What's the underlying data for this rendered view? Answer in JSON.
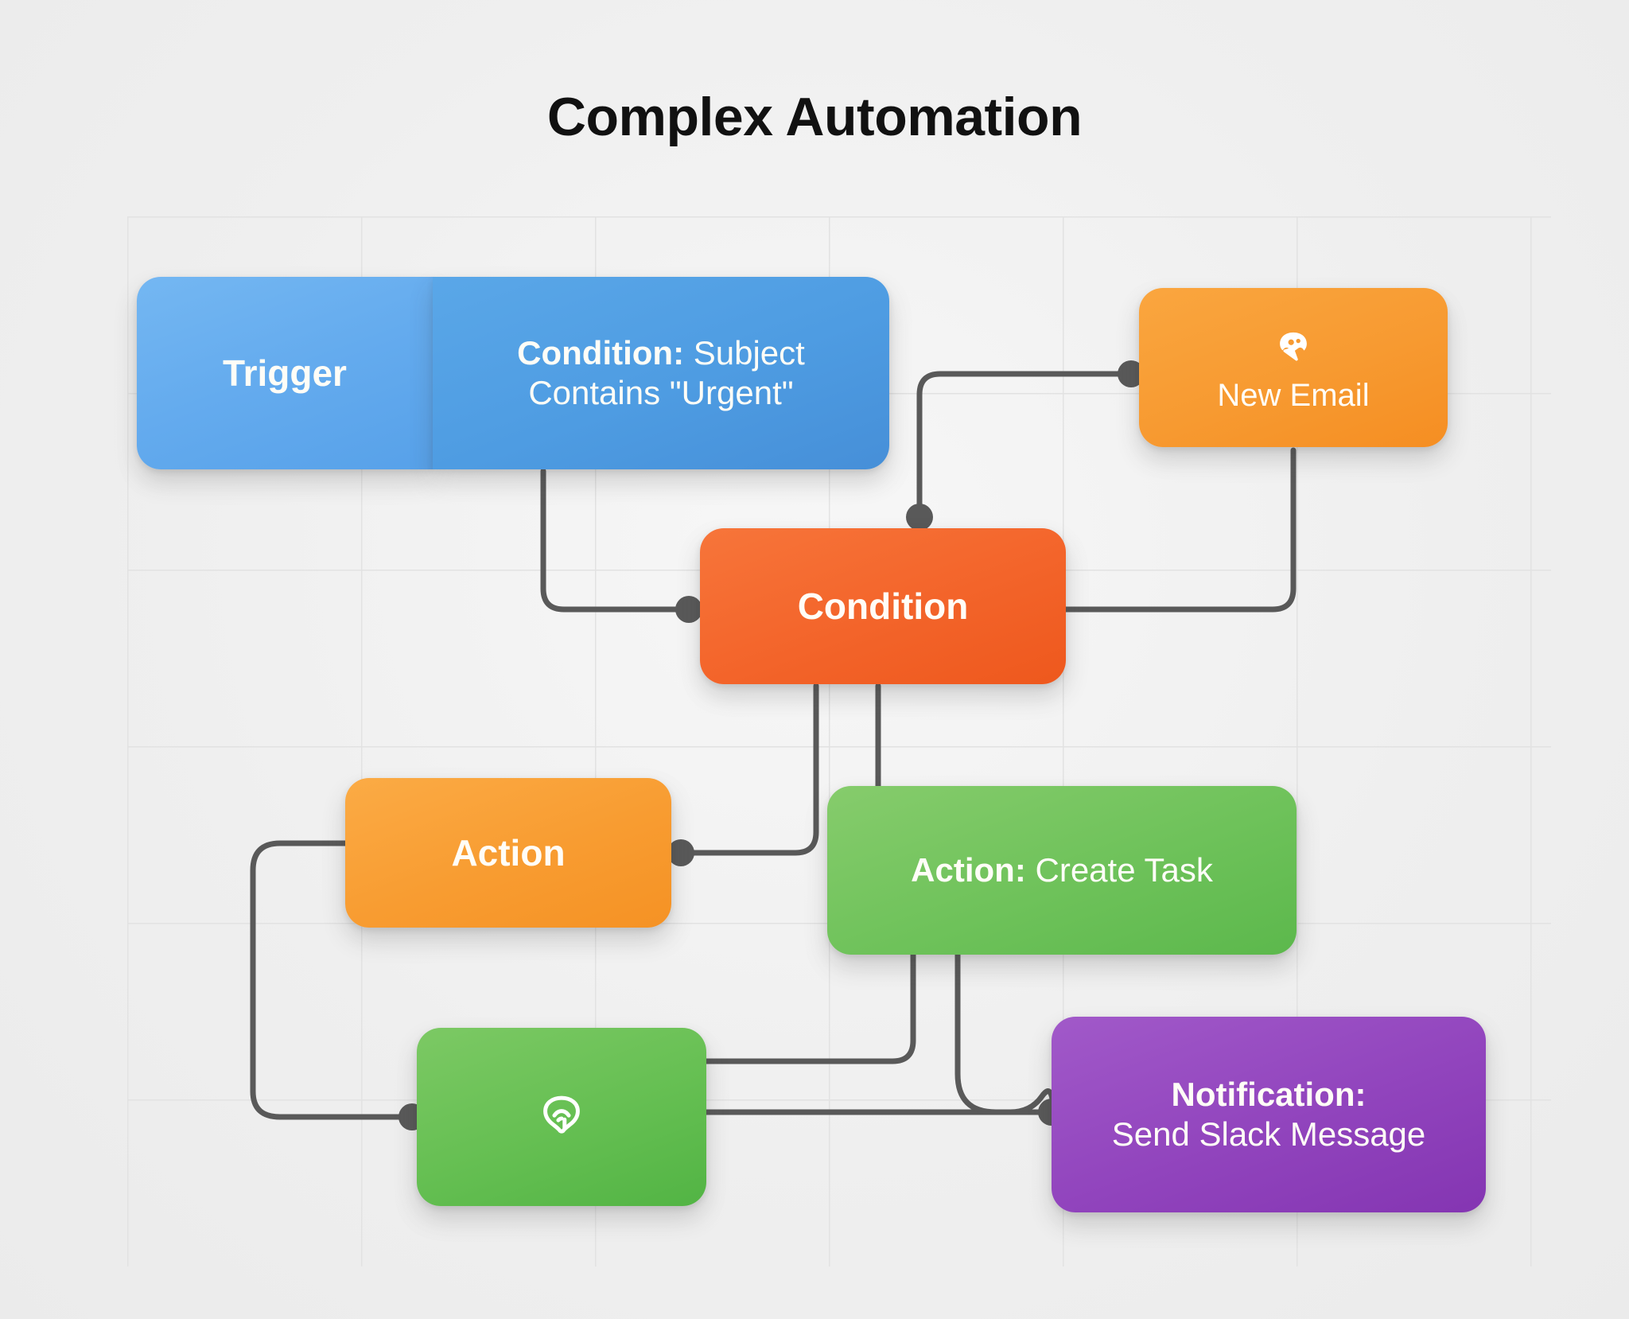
{
  "title": "Complex Automation",
  "canvas": {
    "background_color": "#efefef",
    "grid_color": "#e2e2e2",
    "connector_color": "#595959"
  },
  "nodes": [
    {
      "id": "trigger",
      "name": "trigger",
      "label": "Trigger",
      "color": "#64abee",
      "kind": "trigger"
    },
    {
      "id": "condition-subject",
      "name": "condition-subject",
      "label_strong": "Condition:",
      "label_rest": " Subject",
      "label_line2": "Contains \"Urgent\"",
      "color": "#4e9ce2",
      "kind": "condition"
    },
    {
      "id": "new-email",
      "name": "new-email",
      "label": "New Email",
      "icon": "envelope-badge-icon",
      "color": "#f79a31",
      "kind": "trigger-source"
    },
    {
      "id": "condition",
      "name": "condition",
      "label": "Condition",
      "color": "#f3642a",
      "kind": "condition"
    },
    {
      "id": "action",
      "name": "action",
      "label": "Action",
      "color": "#f89c31",
      "kind": "action"
    },
    {
      "id": "action-create-task",
      "name": "action-create-task",
      "label_strong": "Action:",
      "label_rest": " Create Task",
      "color": "#6ec25a",
      "kind": "action"
    },
    {
      "id": "green-icon-node",
      "name": "green-icon-node",
      "label": "",
      "icon": "wifi-pin-icon",
      "color": "#65bf52",
      "kind": "action"
    },
    {
      "id": "notification",
      "name": "notification",
      "label_strong": "Notification:",
      "label_line2": "Send Slack Message",
      "color": "#9144bd",
      "kind": "notification"
    }
  ],
  "edges": [
    {
      "from": "condition-subject",
      "to": "condition",
      "name": "edge-subject-to-condition"
    },
    {
      "from": "new-email",
      "to": "condition",
      "name": "edge-new-email-to-condition"
    },
    {
      "from": "new-email",
      "to": "condition-right",
      "name": "edge-new-email-right"
    },
    {
      "from": "condition",
      "to": "action",
      "name": "edge-condition-to-action"
    },
    {
      "from": "condition",
      "to": "action-create-task",
      "name": "edge-condition-to-create-task"
    },
    {
      "from": "action",
      "to": "green-icon-node",
      "name": "edge-action-to-green"
    },
    {
      "from": "green-icon-node",
      "to": "notification",
      "name": "edge-green-to-notification"
    },
    {
      "from": "action-create-task",
      "to": "notification",
      "name": "edge-create-task-to-notification"
    }
  ]
}
